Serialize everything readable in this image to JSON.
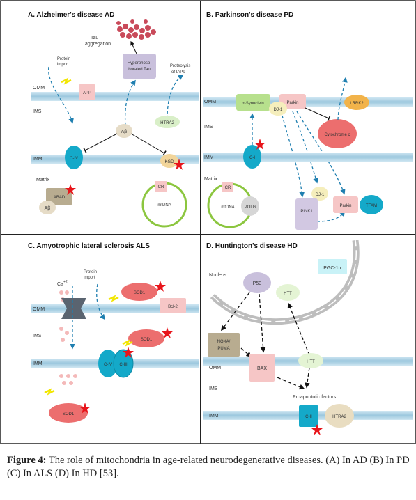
{
  "panels": {
    "a": {
      "title": "A. Alzheimer's disease AD",
      "tau_agg": [
        "Tau",
        "aggregation"
      ],
      "hyper_tau": [
        "Hyperphosp-",
        "horated Tau"
      ],
      "protein_import": [
        "Protein",
        "import"
      ],
      "proteolysis": [
        "Proteolysis",
        "of IAPs"
      ],
      "app": "APP",
      "omm": "OMM",
      "ims": "IMS",
      "htra2": "HTRA2",
      "abeta": "Aβ",
      "civ": "C-IV",
      "kgd": "KGD",
      "imm": "IMM",
      "matrix": "Matrix",
      "abad": "ABAD",
      "abeta2": "Aβ",
      "cr": "CR",
      "mtdna": "mtDNA"
    },
    "b": {
      "title": "B. Parkinson's disease PD",
      "omm": "OMM",
      "asyn": "α-Synuclein",
      "parkin": "Parkin",
      "dj1": "DJ-1",
      "lrrk2": "LRRK2",
      "ims": "IMS",
      "cytc": "Cytochrome c",
      "imm": "IMM",
      "ci": "C-I",
      "matrix": "Matrix",
      "cr": "CR",
      "mtdna": "mtDNA",
      "polg": "POLG",
      "dj1b": "DJ-1",
      "pink1": "PINK1",
      "parkin2": "Parkin",
      "tfam": "TFAM"
    },
    "c": {
      "title": "C. Amyotrophic lateral sclerosis ALS",
      "ca": "Ca",
      "ca_sup": "+2",
      "protein_import": [
        "Protein",
        "import"
      ],
      "sod1_top": "SOD1",
      "bcl2": "Bcl-2",
      "omm": "OMM",
      "ims": "IMS",
      "sod1_ims": "SOD1",
      "civ": "C-IV",
      "ciii": "C-III",
      "imm": "IMM",
      "sod1_bottom": "SOD1"
    },
    "d": {
      "title": "D. Huntington's disease HD",
      "pgc": "PGC-1α",
      "nucleus": "Nucleus",
      "p53": "P53",
      "htt1": "HTT",
      "noxa": [
        "NOXA/",
        "PUMA"
      ],
      "bax": "BAX",
      "htt2": "HTT",
      "omm": "OMM",
      "ims": "IMS",
      "proapoptotic": "Proapoptotic factors",
      "imm": "IMM",
      "cii": "C-II",
      "htra2": "HTRA2"
    }
  },
  "caption": {
    "label": "Figure 4:",
    "text": " The role of mitochondria in age-related neurodegenerative diseases. (A) In AD (B) In PD (C) In ALS (D) In HD [53]."
  }
}
